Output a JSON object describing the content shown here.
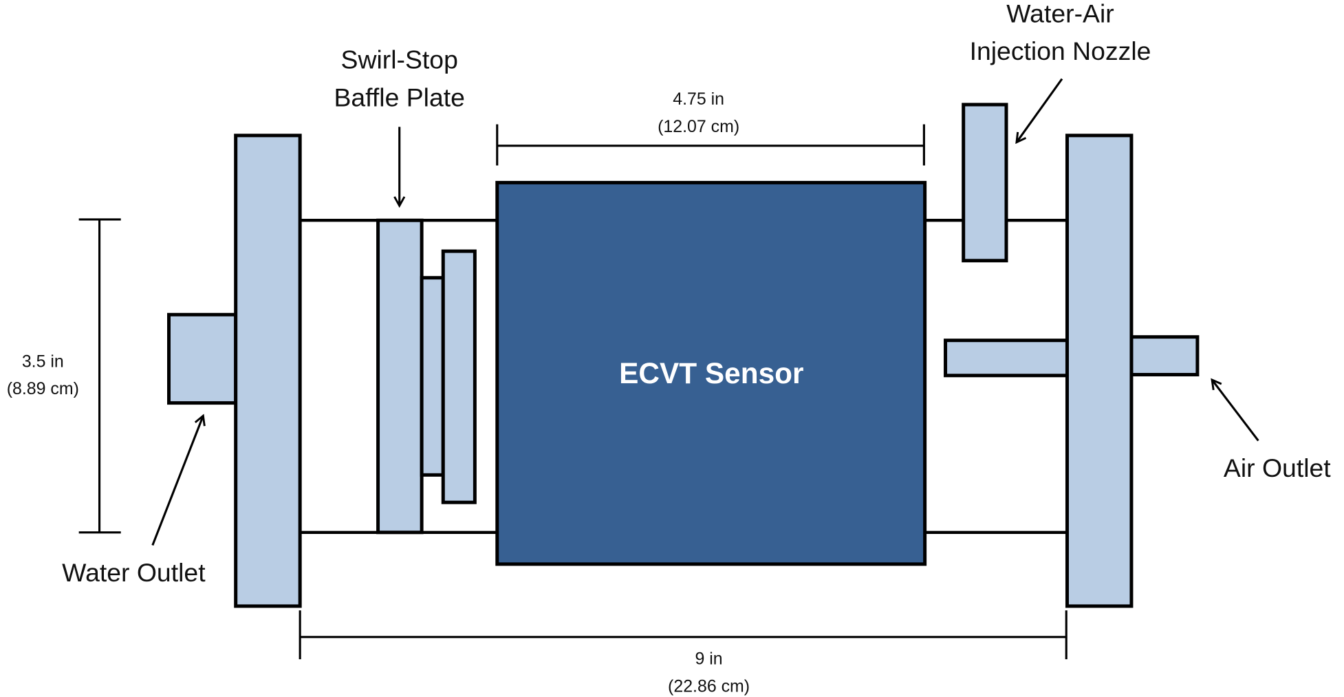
{
  "diagram": {
    "sensor_label": "ECVT Sensor",
    "labels": {
      "swirl_stop_line1": "Swirl-Stop",
      "swirl_stop_line2": "Baffle Plate",
      "nozzle_line1": "Water-Air",
      "nozzle_line2": "Injection Nozzle",
      "water_outlet": "Water Outlet",
      "air_outlet": "Air Outlet"
    },
    "dimensions": {
      "sensor_length_in": "4.75 in",
      "sensor_length_cm": "(12.07 cm)",
      "diameter_in": "3.5 in",
      "diameter_cm": "(8.89 cm)",
      "total_length_in": "9 in",
      "total_length_cm": "(22.86 cm)"
    },
    "colors": {
      "part_fill": "#b9cde4",
      "sensor_fill": "#376092"
    }
  }
}
